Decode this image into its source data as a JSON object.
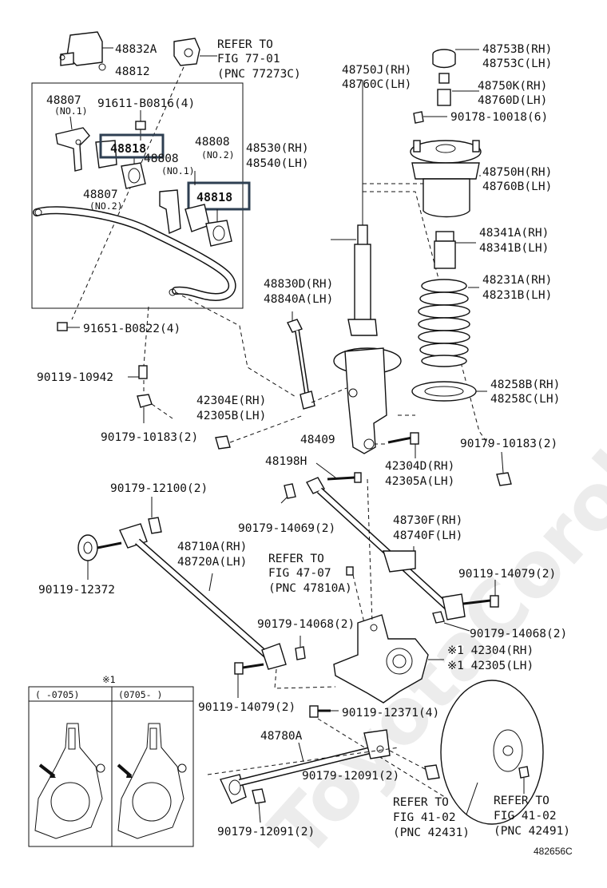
{
  "watermark": "ToyotaCorolla.ru",
  "diagram_id": "482656C",
  "parts": {
    "p48832A": "48832A",
    "p48812": "48812",
    "p48807_1": "48807",
    "p48807_1_sub": "(NO.1)",
    "p91611": "91611-B0816(4)",
    "p48818_a": "48818",
    "p48808_1": "48808",
    "p48808_1_sub": "(NO.1)",
    "p48808_2": "48808",
    "p48808_2_sub": "(NO.2)",
    "p48818_b": "48818",
    "p48807_2": "48807",
    "p48807_2_sub": "(NO.2)",
    "p91651": "91651-B0822(4)",
    "p90119_10942": "90119-10942",
    "p90179_10183_a": "90179-10183(2)",
    "p48750J": "48750J(RH)",
    "p48760C": "48760C(LH)",
    "p48530": "48530(RH)",
    "p48540": "48540(LH)",
    "p48830D": "48830D(RH)",
    "p48840A": "48840A(LH)",
    "p42304E": "42304E(RH)",
    "p42305B": "42305B(LH)",
    "p48409": "48409",
    "p48198H": "48198H",
    "p42304D": "42304D(RH)",
    "p42305A": "42305A(LH)",
    "p48753B": "48753B(RH)",
    "p48753C": "48753C(LH)",
    "p48750K": "48750K(RH)",
    "p48760D": "48760D(LH)",
    "p90178": "90178-10018(6)",
    "p48750H": "48750H(RH)",
    "p48760B": "48760B(LH)",
    "p48341A": "48341A(RH)",
    "p48341B": "48341B(LH)",
    "p48231A": "48231A(RH)",
    "p48231B": "48231B(LH)",
    "p48258B": "48258B(RH)",
    "p48258C": "48258C(LH)",
    "p90179_10183_b": "90179-10183(2)",
    "p90179_12100": "90179-12100(2)",
    "p90179_14069": "90179-14069(2)",
    "p48730F": "48730F(RH)",
    "p48740F": "48740F(LH)",
    "p90119_12372": "90119-12372",
    "p48710A": "48710A(RH)",
    "p48720A": "48720A(LH)",
    "p90119_14079_r": "90119-14079(2)",
    "p90179_14068_a": "90179-14068(2)",
    "p90179_14068_b": "90179-14068(2)",
    "p42304": "※1 42304(RH)",
    "p42305": "※1 42305(LH)",
    "p90119_14079_l": "90119-14079(2)",
    "p90119_12371": "90119-12371(4)",
    "p48780A": "48780A",
    "p90179_12091_a": "90179-12091(2)",
    "p90179_12091_b": "90179-12091(2)"
  },
  "refs": {
    "r77_1": "REFER TO",
    "r77_2": "FIG 77-01",
    "r77_3": "(PNC 77273C)",
    "r47_1": "REFER TO",
    "r47_2": "FIG 47-07",
    "r47_3": "(PNC 47810A)",
    "r41a_1": "REFER TO",
    "r41a_2": "FIG 41-02",
    "r41a_3": "(PNC 42431)",
    "r41b_1": "REFER TO",
    "r41b_2": "FIG 41-02",
    "r41b_3": "(PNC 42491)"
  },
  "inset": {
    "marker": "※1",
    "col1": "(    -0705)",
    "col2": "(0705-    )"
  }
}
